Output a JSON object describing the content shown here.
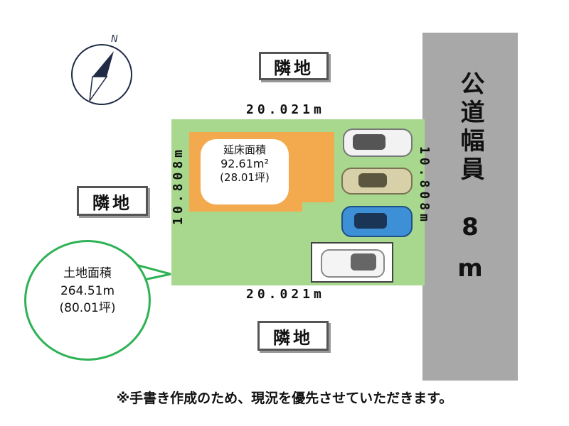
{
  "compass": {
    "north_label": "N",
    "icon": "compass-icon"
  },
  "neighbors": {
    "top": "隣地",
    "left": "隣地",
    "bottom": "隣地"
  },
  "road": {
    "name": "公道幅員",
    "width_value": "8",
    "width_unit": "m",
    "color": "#a8a8a8"
  },
  "lot": {
    "color": "#a8d88e",
    "top_length": "20.021m",
    "bottom_length": "20.021m",
    "left_depth": "10.808m",
    "right_depth": "10.808m"
  },
  "building": {
    "color": "#f3aa4e",
    "title": "延床面積",
    "area_m2": "92.61m²",
    "area_tsubo": "(28.01坪)"
  },
  "land_area": {
    "title": "土地面積",
    "area_m2": "264.51m",
    "area_tsubo": "(80.01坪)",
    "border_color": "#2fb256"
  },
  "cars": [
    {
      "name": "white-van",
      "color": "#f2f2f2"
    },
    {
      "name": "beige-sedan",
      "color": "#d8d0a8"
    },
    {
      "name": "blue-hatchback",
      "color": "#3d8fd6"
    },
    {
      "name": "white-minivan",
      "color": "#f4f4f4"
    }
  ],
  "note": "※手書き作成のため、現況を優先させていただきます。"
}
